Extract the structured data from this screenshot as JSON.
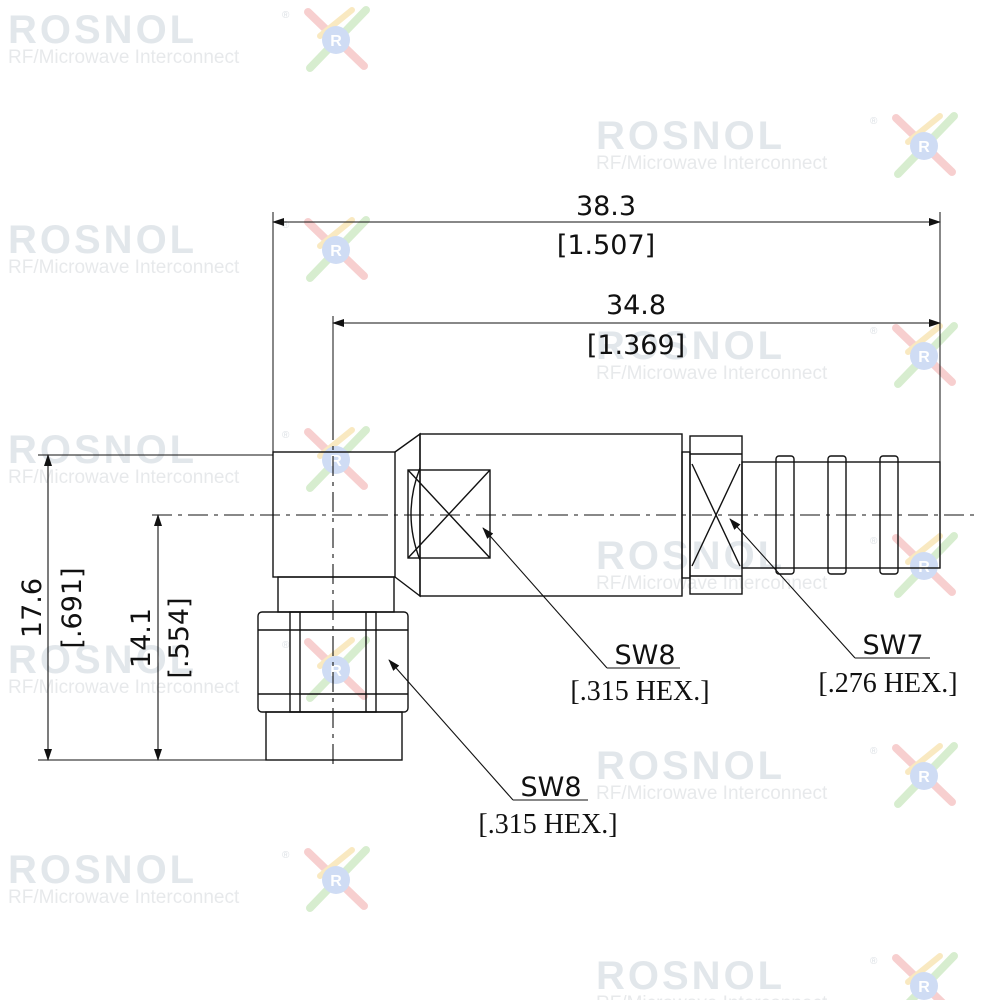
{
  "watermark": {
    "brand": "ROSNOL",
    "registered": "®",
    "tagline": "RF/Microwave Interconnect",
    "logo_letter": "R"
  },
  "dimensions": {
    "overall_length_mm": "38.3",
    "overall_length_in": "[1.507]",
    "body_length_mm": "34.8",
    "body_length_in": "[1.369]",
    "overall_height_mm": "17.6",
    "overall_height_in": "[.691]",
    "axis_height_mm": "14.1",
    "axis_height_in": "[.554]"
  },
  "callouts": {
    "body_hex_size": "SW8",
    "body_hex_in": "[.315 HEX.]",
    "crimp_hex_size": "SW7",
    "crimp_hex_in": "[.276 HEX.]",
    "nut_hex_size": "SW8",
    "nut_hex_in": "[.315 HEX.]"
  },
  "colors": {
    "line": "#111111",
    "watermark_text": "#ccd4dc"
  }
}
